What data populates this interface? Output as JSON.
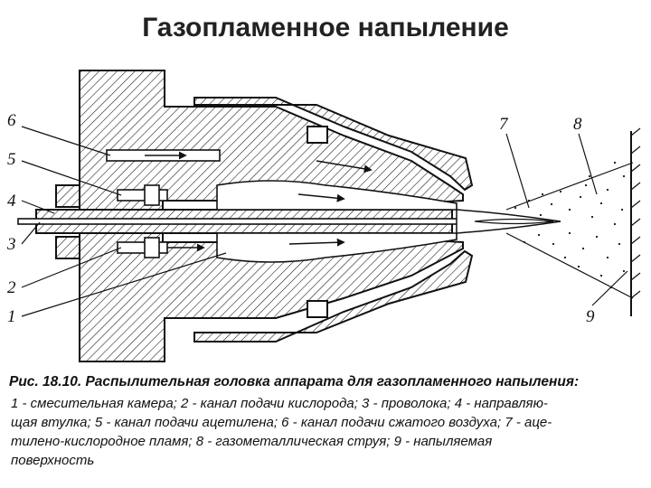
{
  "title": "Газопламенное напыление",
  "figure": {
    "labels": {
      "l1": "1",
      "l2": "2",
      "l3": "3",
      "l4": "4",
      "l5": "5",
      "l6": "6",
      "l7": "7",
      "l8": "8",
      "l9": "9"
    },
    "colors": {
      "line": "#111111",
      "background": "#ffffff"
    }
  },
  "caption": {
    "title": "Рис. 18.10. Распылительная головка аппарата для газопламенного напыления:",
    "lines": [
      "1 - смесительная камера; 2 - канал подачи кислорода; 3 - проволока; 4 - направляю-",
      "щая втулка; 5 - канал подачи ацетилена; 6 - канал подачи сжатого воздуха; 7 - аце-",
      "тилено-кислородное пламя; 8 - газометаллическая струя; 9 - напыляемая",
      "поверхность"
    ]
  }
}
